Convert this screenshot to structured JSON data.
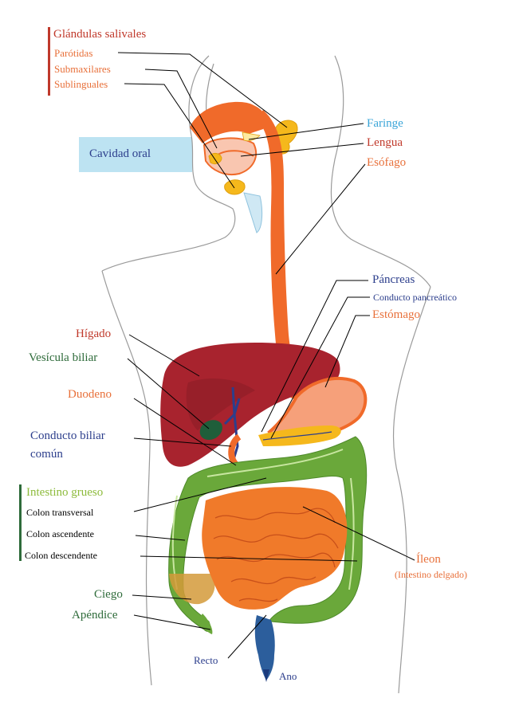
{
  "colors": {
    "red_label": "#c0392b",
    "orange_label": "#e8703a",
    "blue_label": "#3aa5d8",
    "navy_label": "#2c3e8c",
    "green_label": "#2e6b3a",
    "light_green_label": "#8dbb3b",
    "oral_box": "#bde3f2",
    "esophagus": "#f06a2a",
    "liver": "#a8232e",
    "colon": "#6aa83a",
    "small_intestine": "#f07a2a"
  },
  "labels": {
    "glandulas_salivales": "Glándulas salivales",
    "parotidas": "Parótidas",
    "submaxilares": "Submaxilares",
    "sublinguales": "Sublinguales",
    "cavidad_oral": "Cavidad oral",
    "faringe": "Faringe",
    "lengua": "Lengua",
    "esofago": "Esófago",
    "pancreas": "Páncreas",
    "conducto_pancreatico": "Conducto pancreático",
    "estomago": "Estómago",
    "higado": "Hígado",
    "vesicula_biliar": "Vesícula biliar",
    "duodeno": "Duodeno",
    "conducto_biliar_1": "Conducto biliar",
    "conducto_biliar_2": "común",
    "intestino_grueso": "Intestino grueso",
    "colon_transversal": "Colon transversal",
    "colon_ascendente": "Colon ascendente",
    "colon_descendente": "Colon descendente",
    "ileon": "Íleon",
    "intestino_delgado": "(Intestino delgado)",
    "ciego": "Ciego",
    "apendice": "Apéndice",
    "recto": "Recto",
    "ano": "Ano"
  }
}
